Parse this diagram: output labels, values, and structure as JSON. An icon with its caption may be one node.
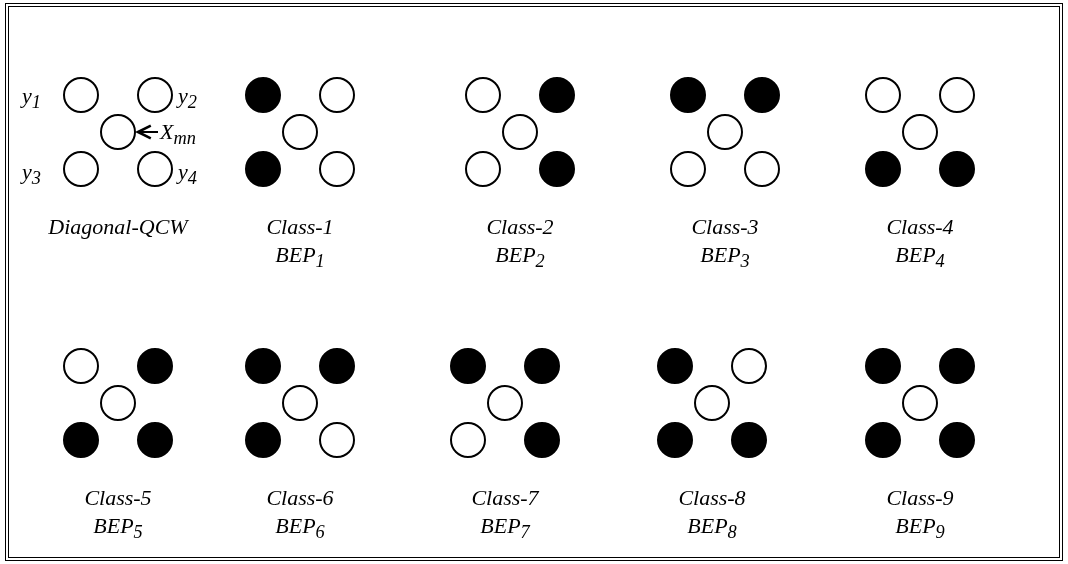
{
  "diagram": {
    "nodes": [
      {
        "text": [],
        "shape": "circle"
      },
      {
        "text": [],
        "shape": "circle"
      },
      {
        "text": [],
        "shape": "circle"
      },
      {
        "text": [],
        "shape": "circle"
      },
      {
        "text": [],
        "shape": "circle"
      },
      {
        "text": [],
        "shape": "circle"
      },
      {
        "text": [],
        "shape": "circle"
      },
      {
        "text": [],
        "shape": "circle"
      },
      {
        "text": [],
        "shape": "circle"
      },
      {
        "text": [],
        "shape": "circle"
      },
      {
        "text": [],
        "shape": "circle"
      },
      {
        "text": [],
        "shape": "circle"
      },
      {
        "text": [],
        "shape": "circle"
      },
      {
        "text": [],
        "shape": "circle"
      },
      {
        "text": [],
        "shape": "circle"
      },
      {
        "text": [],
        "shape": "circle"
      },
      {
        "text": [],
        "shape": "circle"
      },
      {
        "text": [],
        "shape": "circle"
      },
      {
        "text": [],
        "shape": "circle"
      },
      {
        "text": [],
        "shape": "circle"
      },
      {
        "text": [],
        "shape": "circle"
      },
      {
        "text": [],
        "shape": "circle"
      },
      {
        "text": [],
        "shape": "circle"
      },
      {
        "text": [],
        "shape": "circle"
      },
      {
        "text": [],
        "shape": "circle"
      },
      {
        "text": [],
        "shape": "circle"
      },
      {
        "text": [],
        "shape": "circle"
      },
      {
        "text": [],
        "shape": "circle"
      },
      {
        "text": [],
        "shape": "circle"
      },
      {
        "text": [],
        "shape": "circle"
      },
      {
        "text": [],
        "shape": "circle"
      },
      {
        "text": [],
        "shape": "circle"
      },
      {
        "text": [],
        "shape": "circle"
      },
      {
        "text": [],
        "shape": "circle"
      },
      {
        "text": [],
        "shape": "circle"
      },
      {
        "text": [],
        "shape": "circle"
      },
      {
        "text": [],
        "shape": "circle"
      },
      {
        "text": [],
        "shape": "circle"
      },
      {
        "text": [],
        "shape": "circle"
      },
      {
        "text": [],
        "shape": "circle"
      },
      {
        "text": [],
        "shape": "circle"
      },
      {
        "text": [],
        "shape": "circle"
      },
      {
        "text": [],
        "shape": "circle"
      },
      {
        "text": [],
        "shape": "circle"
      },
      {
        "text": [],
        "shape": "circle"
      },
      {
        "text": [],
        "shape": "circle"
      },
      {
        "text": [],
        "shape": "circle"
      },
      {
        "text": [],
        "shape": "circle"
      },
      {
        "text": [],
        "shape": "circle"
      },
      {
        "text": [],
        "shape": "circle"
      },
      {
        "text": [
          "X$_{mn}$"
        ]
      }
    ],
    "edges": [
      {
        "from": 50,
        "to": 2,
        "arrow": "to"
      }
    ],
    "labels": [
      "y$_{1}$",
      "y$_{2}$",
      "y$_{3}$",
      "y$_{4}$",
      "Diagonal-QCW",
      "Class-1",
      "BEP$_{1}$",
      "Class-2",
      "BEP$_{2}$",
      "Class-3",
      "BEP$_{3}$",
      "Class-4",
      "BEP$_{4}$",
      "Class-5",
      "BEP$_{5}$",
      "Class-6",
      "BEP$_{6}$",
      "Class-7",
      "BEP$_{7}$",
      "Class-8",
      "BEP$_{8}$",
      "Class-9",
      "BEP$_{9}$"
    ]
  }
}
